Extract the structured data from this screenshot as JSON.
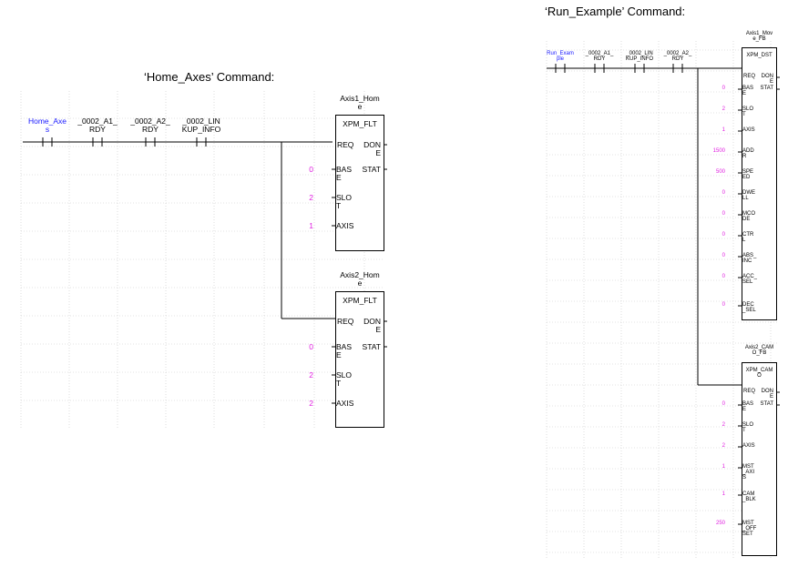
{
  "left": {
    "caption": "‘Home_Axes’ Command:",
    "contacts": [
      {
        "label": "Home_Axe\ns",
        "blue": true
      },
      {
        "label": "_0002_A1_\nRDY",
        "blue": false
      },
      {
        "label": "_0002_A2_\nRDY",
        "blue": false
      },
      {
        "label": "_0002_LIN\nKUP_INFO",
        "blue": false
      }
    ],
    "blocks": [
      {
        "instance": "Axis1_Hom\ne",
        "type": "XPM_FLT",
        "req": "REQ",
        "done": "DON\nE",
        "inputs": [
          {
            "pin": "BAS\nE",
            "value": "0",
            "out": "STAT"
          },
          {
            "pin": "SLO\nT",
            "value": "2",
            "out": ""
          },
          {
            "pin": "AXIS",
            "value": "1",
            "out": ""
          }
        ]
      },
      {
        "instance": "Axis2_Hom\ne",
        "type": "XPM_FLT",
        "req": "REQ",
        "done": "DON\nE",
        "inputs": [
          {
            "pin": "BAS\nE",
            "value": "0",
            "out": "STAT"
          },
          {
            "pin": "SLO\nT",
            "value": "2",
            "out": ""
          },
          {
            "pin": "AXIS",
            "value": "2",
            "out": ""
          }
        ]
      }
    ]
  },
  "right": {
    "caption": "‘Run_Example’ Command:",
    "contacts": [
      {
        "label": "Run_Exam\nple",
        "blue": true
      },
      {
        "label": "_0002_A1_\nRDY",
        "blue": false
      },
      {
        "label": "_0002_LIN\nKUP_INFO",
        "blue": false
      },
      {
        "label": "_0002_A2_\nRDY",
        "blue": false
      }
    ],
    "blocks": [
      {
        "instance": "Axis1_Mov\ne_FB",
        "type": "XPM_DST",
        "req": "REQ",
        "done": "DON\nE",
        "inputs": [
          {
            "pin": "BAS\nE",
            "value": "0",
            "out": "STAT"
          },
          {
            "pin": "SLO\nT",
            "value": "2",
            "out": ""
          },
          {
            "pin": "AXIS",
            "value": "1",
            "out": ""
          },
          {
            "pin": "ADD\nR",
            "value": "1500",
            "out": ""
          },
          {
            "pin": "SPE\nED",
            "value": "500",
            "out": ""
          },
          {
            "pin": "DWE\nLL",
            "value": "0",
            "out": ""
          },
          {
            "pin": "MCO\nDE",
            "value": "0",
            "out": ""
          },
          {
            "pin": "CTR\nL",
            "value": "0",
            "out": ""
          },
          {
            "pin": "ABS_\nINC",
            "value": "0",
            "out": ""
          },
          {
            "pin": "ACC_\nSEL",
            "value": "0",
            "out": ""
          },
          {
            "pin": "DEC\n_SEL",
            "value": "0",
            "out": ""
          }
        ]
      },
      {
        "instance": "Axis2_CAM\nO_FB",
        "type": "XPM_CAM\nO",
        "req": "REQ",
        "done": "DON\nE",
        "inputs": [
          {
            "pin": "BAS\nE",
            "value": "0",
            "out": "STAT"
          },
          {
            "pin": "SLO\nT",
            "value": "2",
            "out": ""
          },
          {
            "pin": "AXIS",
            "value": "2",
            "out": ""
          },
          {
            "pin": "MST\n_AXI\nS",
            "value": "1",
            "out": ""
          },
          {
            "pin": "CAM\n_BLK",
            "value": "1",
            "out": ""
          },
          {
            "pin": "MST\n_OFF\nSET",
            "value": "250",
            "out": ""
          }
        ]
      }
    ]
  }
}
